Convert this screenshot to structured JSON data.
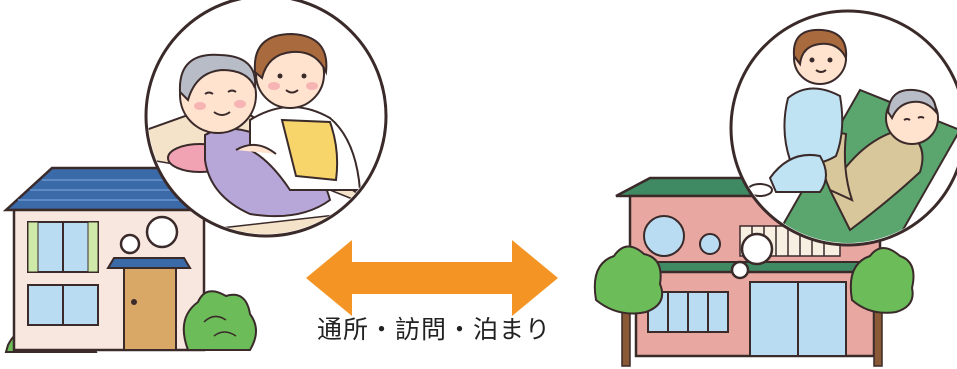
{
  "caption": "通所・訪問・泊まり",
  "colors": {
    "arrow": "#f39425",
    "house_wall": "#f7e7de",
    "house_roof": "#3b6aa8",
    "facility_wall": "#e8a7a0",
    "facility_roof": "#3f8a63",
    "window": "#b9dcf3",
    "tree": "#6cbd5a",
    "mat": "#5aa66e",
    "outline": "#3b2a2a"
  },
  "icons": {
    "left_house": "house-icon",
    "right_facility": "care-facility-icon",
    "arrow": "double-headed-arrow-icon",
    "left_bubble": "thought-bubble-home-care",
    "right_bubble": "thought-bubble-rehabilitation"
  }
}
